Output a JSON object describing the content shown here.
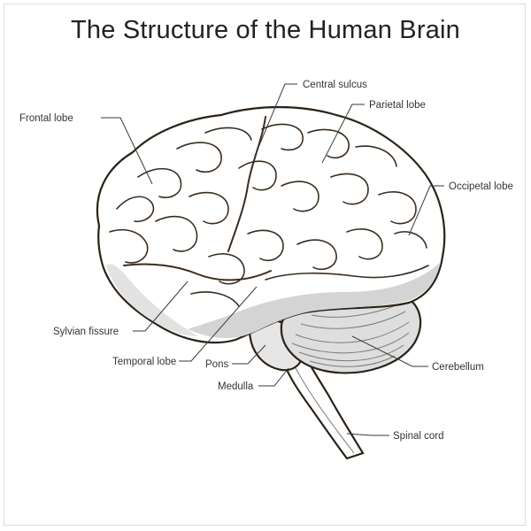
{
  "title": "The Structure of the Human Brain",
  "labels": {
    "frontal_lobe": "Frontal lobe",
    "central_sulcus": "Central sulcus",
    "parietal_lobe": "Parietal lobe",
    "occipetal_lobe": "Occipetal lobe",
    "sylvian_fissure": "Sylvian fissure",
    "temporal_lobe": "Temporal lobe",
    "pons": "Pons",
    "medulla": "Medulla",
    "cerebellum": "Cerebellum",
    "spinal_cord": "Spinal cord"
  },
  "colors": {
    "outline": "#2b2116",
    "brain_fill": "#ffffff",
    "shadow_fill": "#d4d4d4",
    "text": "#333333"
  }
}
